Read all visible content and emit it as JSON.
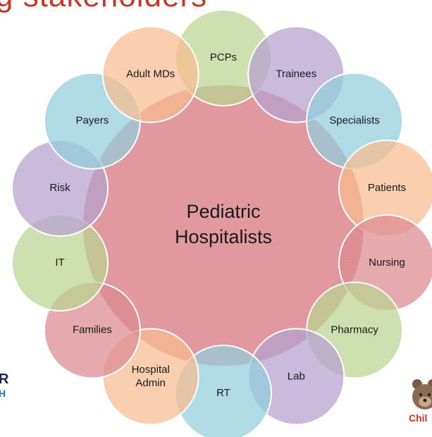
{
  "header": {
    "title_fragment": "g stakeholders"
  },
  "hub": {
    "lines": [
      "Pediatric",
      "Hospitalists"
    ],
    "color": "#d9838a"
  },
  "satellites": [
    {
      "label": [
        "PCPs"
      ],
      "color": "#b7d18a"
    },
    {
      "label": [
        "Trainees"
      ],
      "color": "#b29bcc"
    },
    {
      "label": [
        "Specialists"
      ],
      "color": "#8ecbd9"
    },
    {
      "label": [
        "Patients"
      ],
      "color": "#f6b98a"
    },
    {
      "label": [
        "Nursing"
      ],
      "color": "#d9838a"
    },
    {
      "label": [
        "Pharmacy"
      ],
      "color": "#b7d18a"
    },
    {
      "label": [
        "Lab"
      ],
      "color": "#b29bcc"
    },
    {
      "label": [
        "RT"
      ],
      "color": "#8ecbd9"
    },
    {
      "label": [
        "Hospital",
        "Admin"
      ],
      "color": "#f6b98a"
    },
    {
      "label": [
        "Families"
      ],
      "color": "#d9838a"
    },
    {
      "label": [
        "IT"
      ],
      "color": "#b7d18a"
    },
    {
      "label": [
        "Risk"
      ],
      "color": "#b29bcc"
    },
    {
      "label": [
        "Payers"
      ],
      "color": "#8ecbd9"
    },
    {
      "label": [
        "Adult MDs"
      ],
      "color": "#f6b98a"
    }
  ],
  "logos": {
    "left": {
      "line1": "R",
      "line2": "H"
    },
    "right": {
      "text": "Chil",
      "icon": "bear-mascot-icon"
    }
  }
}
